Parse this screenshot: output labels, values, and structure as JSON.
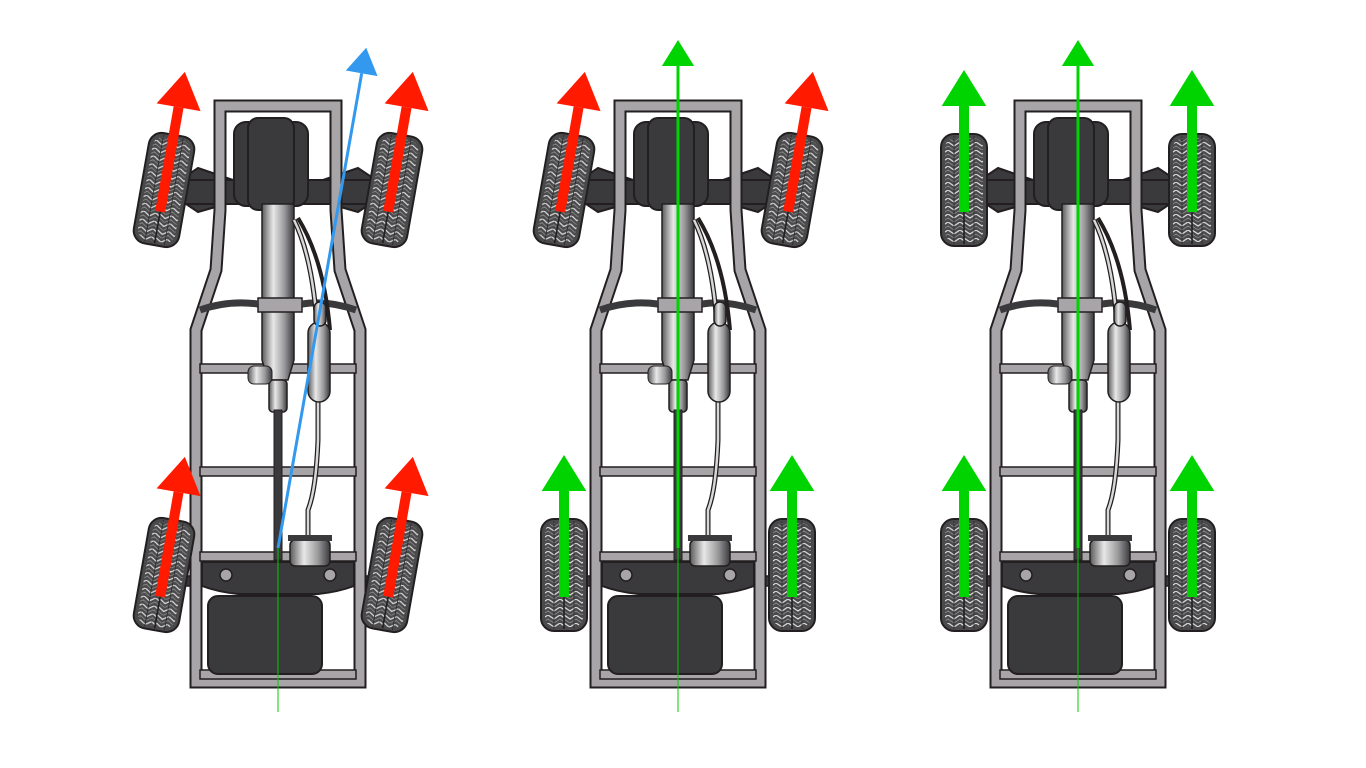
{
  "colors": {
    "background": "#ffffff",
    "frame_fill": "#a7a5a7",
    "frame_stroke": "#231f20",
    "dark_part": "#3a393b",
    "tire": "#4a4a4c",
    "tread": "#cfcfcf",
    "misaligned_arrow": "#ff1a00",
    "aligned_arrow": "#00d400",
    "thrust_arrow": "#3399ee",
    "centerline": "#00cc00"
  },
  "panels": [
    {
      "id": "thrust-angle-misalignment",
      "front_wheels": "misaligned",
      "rear_wheels": "misaligned",
      "thrust_line": "angled",
      "toe_angle_deg": 10,
      "thrust_angle_deg": 10
    },
    {
      "id": "front-only-misalignment",
      "front_wheels": "misaligned",
      "rear_wheels": "aligned",
      "thrust_line": "straight",
      "toe_angle_deg": 10,
      "thrust_angle_deg": 0
    },
    {
      "id": "full-alignment",
      "front_wheels": "aligned",
      "rear_wheels": "aligned",
      "thrust_line": "straight",
      "toe_angle_deg": 0,
      "thrust_angle_deg": 0
    }
  ]
}
